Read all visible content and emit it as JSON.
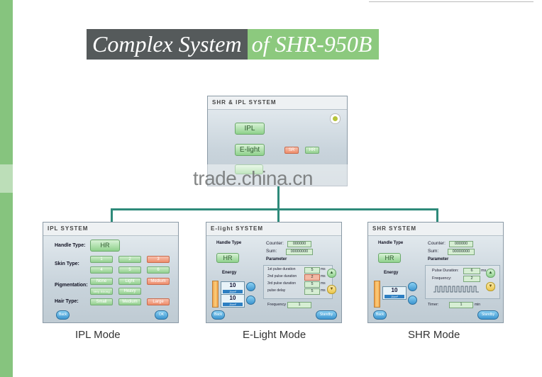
{
  "title": {
    "part1": "Complex System",
    "part2": "of SHR-950B"
  },
  "watermark": "trade.china.cn",
  "main_screen": {
    "header": "SHR & IPL SYSTEM",
    "ipl_button": "IPL",
    "elight_button": "E-light",
    "sr_button": "SR",
    "hr_button": "HR"
  },
  "ipl_screen": {
    "header": "IPL SYSTEM",
    "handle_label": "Handle Type:",
    "handle_value": "HR",
    "skin_label": "Skin Type:",
    "skin_values": [
      "1",
      "2",
      "3",
      "4",
      "5",
      "6"
    ],
    "pig_label": "Pigmentation:",
    "pig_values": [
      "None",
      "Light",
      "Medium",
      "Very Strong",
      "Heavy"
    ],
    "hair_label": "Hair Type:",
    "hair_values": [
      "Small",
      "Medium",
      "Large"
    ],
    "back": "Back",
    "ok": "OK"
  },
  "elight_screen": {
    "header": "E-light SYSTEM",
    "handle_label": "Handle Type",
    "handle_value": "HR",
    "counter_label": "Counter:",
    "counter_value": "000000",
    "sum_label": "Sum:",
    "sum_value": "00000000",
    "parameter_label": "Parameter",
    "energy_label": "Energy",
    "energy1": "10",
    "energy1_unit": "J/cm²",
    "energy2": "10",
    "energy2_unit": "J/cm²",
    "params": [
      {
        "label": "1st pulse duration",
        "value": "5",
        "unit": "ms"
      },
      {
        "label": "2nd pulse duration",
        "value": "2",
        "unit": "ms"
      },
      {
        "label": "3rd pulse duration",
        "value": "5",
        "unit": "ms"
      },
      {
        "label": "pulse delay",
        "value": "5",
        "unit": "ms"
      }
    ],
    "frequency_label": "Frequency",
    "frequency_value": "1",
    "back": "Back",
    "standby": "Standby"
  },
  "shr_screen": {
    "header": "SHR SYSTEM",
    "handle_label": "Handle Type",
    "handle_value": "HR",
    "counter_label": "Counter:",
    "counter_value": "000000",
    "sum_label": "Sum:",
    "sum_value": "00000000",
    "parameter_label": "Parameter",
    "energy_label": "Energy",
    "energy1": "10",
    "energy1_unit": "J/cm²",
    "pulse_label": "Pulse Duration:",
    "pulse_value": "6",
    "pulse_unit": "ms",
    "freq_label": "Frequency:",
    "freq_value": "2",
    "timer_label": "Timer:",
    "timer_value": "1",
    "timer_unit": "min",
    "back": "Back",
    "standby": "Standby"
  },
  "captions": {
    "ipl": "IPL Mode",
    "elight": "E-Light Mode",
    "shr": "SHR Mode"
  },
  "colors": {
    "green": "#8cc97e",
    "dark": "#555a5b",
    "line": "#2e8a7a"
  }
}
